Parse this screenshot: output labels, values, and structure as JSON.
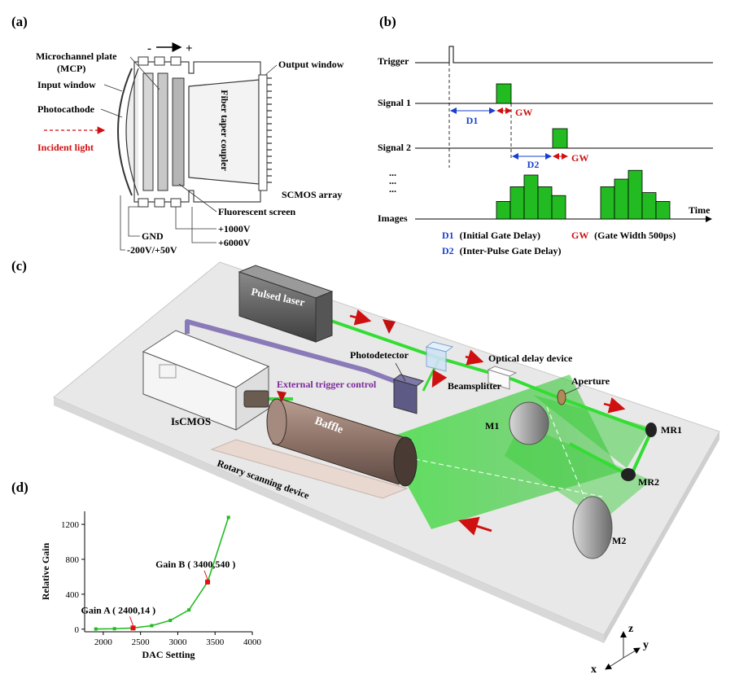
{
  "panels": {
    "a": "(a)",
    "b": "(b)",
    "c": "(c)",
    "d": "(d)"
  },
  "panel_a": {
    "polarity_minus": "-",
    "polarity_plus": "+",
    "mcp": "Microchannel plate",
    "mcp_abbr": "(MCP)",
    "input_window": "Input window",
    "photocathode": "Photocathode",
    "incident_light": "Incident light",
    "fiber_taper": "Fiber taper coupler",
    "output_window": "Output window",
    "scmos_array": "SCMOS array",
    "fluorescent_screen": "Fluorescent screen",
    "v_1000": "+1000V",
    "gnd": "GND",
    "v_6000": "+6000V",
    "v_cathode": "-200V/+50V"
  },
  "panel_b": {
    "trigger": "Trigger",
    "signal1": "Signal 1",
    "signal2": "Signal 2",
    "ellipsis": "...",
    "images": "Images",
    "time": "Time",
    "d1": "D1",
    "d2": "D2",
    "gw": "GW",
    "legend_d1_key": "D1",
    "legend_d1_text": "(Initial Gate Delay)",
    "legend_gw_key": "GW",
    "legend_gw_text": "(Gate Width 500ps)",
    "legend_d2_key": "D2",
    "legend_d2_text": "(Inter-Pulse Gate Delay)",
    "image_bars_group1": [
      0.3,
      0.55,
      0.75,
      0.55,
      0.4
    ],
    "image_bars_group2": [
      0.55,
      0.68,
      0.83,
      0.45,
      0.3
    ]
  },
  "panel_c": {
    "pulsed_laser": "Pulsed laser",
    "photodetector": "Photodetector",
    "optical_delay": "Optical delay device",
    "aperture": "Aperture",
    "external_trigger": "External trigger control",
    "beamsplitter": "Beamsplitter",
    "iscmos": "IsCMOS",
    "baffle": "Baffle",
    "rotary": "Rotary scanning device",
    "m1": "M1",
    "m2": "M2",
    "mr1": "MR1",
    "mr2": "MR2",
    "axis_x": "x",
    "axis_y": "y",
    "axis_z": "z"
  },
  "chart_data": {
    "type": "line",
    "xlabel": "DAC Setting",
    "ylabel": "Relative Gain",
    "xlim": [
      1750,
      4000
    ],
    "ylim": [
      -30,
      1350
    ],
    "xticks": [
      2000,
      2500,
      3000,
      3500,
      4000
    ],
    "yticks": [
      0,
      400,
      800,
      1200
    ],
    "color": "#22bb22",
    "highlight_color": "#e01010",
    "series": [
      {
        "x": [
          1900,
          2150,
          2400,
          2650,
          2900,
          3150,
          3400,
          3680
        ],
        "y": [
          2,
          5,
          14,
          40,
          100,
          220,
          540,
          1280
        ]
      }
    ],
    "annotations": [
      {
        "label": "Gain A ( 2400,14 )",
        "x": 2400,
        "y": 14
      },
      {
        "label": "Gain B ( 3400,540 )",
        "x": 3400,
        "y": 540
      }
    ]
  }
}
